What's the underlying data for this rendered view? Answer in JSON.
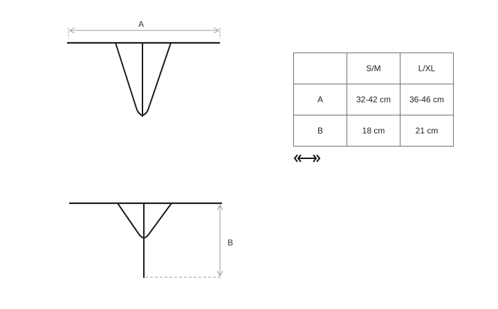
{
  "dimensions": {
    "a_label": "A",
    "b_label": "B"
  },
  "size_table": {
    "columns": [
      "",
      "S/M",
      "L/XL"
    ],
    "rows": [
      {
        "label": "A",
        "values": [
          "32-42 cm",
          "36-46 cm"
        ]
      },
      {
        "label": "B",
        "values": [
          "18 cm",
          "21 cm"
        ]
      }
    ]
  },
  "icons": {
    "stretch": "stretch-arrows-icon"
  },
  "colors": {
    "outline": "#1a1a1a",
    "dimension_line": "#999999",
    "table_border": "#6f6f6f"
  }
}
